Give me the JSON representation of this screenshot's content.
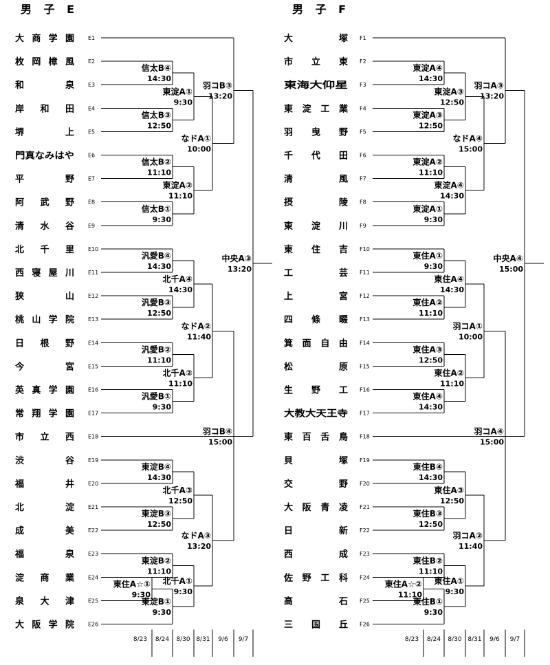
{
  "sections": [
    {
      "title": "男 子 E",
      "teams": [
        {
          "code": "E1",
          "name": "大商学園"
        },
        {
          "code": "E2",
          "name": "枚岡樟風"
        },
        {
          "code": "E3",
          "name": "和泉"
        },
        {
          "code": "E4",
          "name": "岸和田"
        },
        {
          "code": "E5",
          "name": "堺上"
        },
        {
          "code": "E6",
          "name": "門真なみはや"
        },
        {
          "code": "E7",
          "name": "平野"
        },
        {
          "code": "E8",
          "name": "阿武野"
        },
        {
          "code": "E9",
          "name": "清水谷"
        },
        {
          "code": "E10",
          "name": "北千里"
        },
        {
          "code": "E11",
          "name": "西寝屋川"
        },
        {
          "code": "E12",
          "name": "狭山"
        },
        {
          "code": "E13",
          "name": "桃山学院"
        },
        {
          "code": "E14",
          "name": "日根野"
        },
        {
          "code": "E15",
          "name": "今宮"
        },
        {
          "code": "E16",
          "name": "英真学園"
        },
        {
          "code": "E17",
          "name": "常翔学園"
        },
        {
          "code": "E18",
          "name": "市立西"
        },
        {
          "code": "E19",
          "name": "渋谷"
        },
        {
          "code": "E20",
          "name": "福井"
        },
        {
          "code": "E21",
          "name": "北淀"
        },
        {
          "code": "E22",
          "name": "成美"
        },
        {
          "code": "E23",
          "name": "福泉"
        },
        {
          "code": "E24",
          "name": "淀商業"
        },
        {
          "code": "E25",
          "name": "泉大津"
        },
        {
          "code": "E26",
          "name": "大阪学院"
        }
      ],
      "matches": {
        "m24_25": {
          "venue": "東住A☆①",
          "time": "9:30"
        },
        "r1_2_3": {
          "venue": "信太B④",
          "time": "14:30"
        },
        "r1_4_5": {
          "venue": "信太B③",
          "time": "12:50"
        },
        "r1_6_7": {
          "venue": "信太B②",
          "time": "11:10"
        },
        "r1_8_9": {
          "venue": "信太B①",
          "time": "9:30"
        },
        "r1_10_11": {
          "venue": "汎愛B④",
          "time": "14:30"
        },
        "r1_12_13": {
          "venue": "汎愛B③",
          "time": "12:50"
        },
        "r1_14_15": {
          "venue": "汎愛B②",
          "time": "11:10"
        },
        "r1_16_17": {
          "venue": "汎愛B①",
          "time": "9:30"
        },
        "r1_19_20": {
          "venue": "東淀B④",
          "time": "14:30"
        },
        "r1_21_22": {
          "venue": "東淀B③",
          "time": "12:50"
        },
        "r1_23_24": {
          "venue": "東淀B②",
          "time": "11:10"
        },
        "r1_25_26": {
          "venue": "東淀B①",
          "time": "9:30"
        },
        "r2_a": {
          "venue": "東淀A①",
          "time": "9:30"
        },
        "r2_b": {
          "venue": "東淀A②",
          "time": "11:10"
        },
        "r2_c": {
          "venue": "北千A④",
          "time": "14:30"
        },
        "r2_d": {
          "venue": "北千A②",
          "time": "11:10"
        },
        "r2_e": {
          "venue": "北千A③",
          "time": "12:50"
        },
        "r2_f": {
          "venue": "北千A①",
          "time": "9:30"
        },
        "r3_a": {
          "venue": "なドA①",
          "time": "10:00"
        },
        "r3_b": {
          "venue": "なドA②",
          "time": "11:40"
        },
        "r3_c": {
          "venue": "なドA③",
          "time": "13:20"
        },
        "r4_a": {
          "venue": "羽コB③",
          "time": "13:20"
        },
        "r4_b": {
          "venue": "羽コB④",
          "time": "15:00"
        },
        "final": {
          "venue": "中央A③",
          "time": "13:20"
        }
      }
    },
    {
      "title": "男 子 F",
      "teams": [
        {
          "code": "F1",
          "name": "大塚"
        },
        {
          "code": "F2",
          "name": "市立東"
        },
        {
          "code": "F3",
          "name": "東海大仰星"
        },
        {
          "code": "F4",
          "name": "東淀工業"
        },
        {
          "code": "F5",
          "name": "羽曳野"
        },
        {
          "code": "F6",
          "name": "千代田"
        },
        {
          "code": "F7",
          "name": "清風"
        },
        {
          "code": "F8",
          "name": "摂陵"
        },
        {
          "code": "F9",
          "name": "東淀川"
        },
        {
          "code": "F10",
          "name": "東住吉"
        },
        {
          "code": "F11",
          "name": "工芸"
        },
        {
          "code": "F12",
          "name": "上宮"
        },
        {
          "code": "F13",
          "name": "四條畷"
        },
        {
          "code": "F14",
          "name": "箕面自由"
        },
        {
          "code": "F15",
          "name": "松原"
        },
        {
          "code": "F16",
          "name": "生野工"
        },
        {
          "code": "F17",
          "name": "大教大天王寺"
        },
        {
          "code": "F18",
          "name": "東百舌鳥"
        },
        {
          "code": "F19",
          "name": "貝塚"
        },
        {
          "code": "F20",
          "name": "交野"
        },
        {
          "code": "F21",
          "name": "大阪青凌"
        },
        {
          "code": "F22",
          "name": "日新"
        },
        {
          "code": "F23",
          "name": "西成"
        },
        {
          "code": "F24",
          "name": "佐野工科"
        },
        {
          "code": "F25",
          "name": "高石"
        },
        {
          "code": "F26",
          "name": "三国丘"
        }
      ],
      "matches": {
        "m24_25": {
          "venue": "東住A☆②",
          "time": "11:10"
        },
        "r1_2_3": {
          "venue": "東淀A④",
          "time": "14:30"
        },
        "r1_4_5": {
          "venue": "東淀A③",
          "time": "12:50"
        },
        "r1_6_7": {
          "venue": "東淀A②",
          "time": "11:10"
        },
        "r1_8_9": {
          "venue": "東淀A①",
          "time": "9:30"
        },
        "r1_10_11": {
          "venue": "東住A①",
          "time": "9:30"
        },
        "r1_12_13": {
          "venue": "東住A②",
          "time": "11:10"
        },
        "r1_14_15": {
          "venue": "東住A③",
          "time": "12:50"
        },
        "r1_16_17": {
          "venue": "東住A④",
          "time": "14:30"
        },
        "r1_19_20": {
          "venue": "東住B④",
          "time": "14:30"
        },
        "r1_21_22": {
          "venue": "東住B③",
          "time": "12:50"
        },
        "r1_23_24": {
          "venue": "東住B②",
          "time": "11:10"
        },
        "r1_25_26": {
          "venue": "東住B①",
          "time": "9:30"
        },
        "r2_a": {
          "venue": "東淀A③",
          "time": "12:50"
        },
        "r2_b": {
          "venue": "東淀A④",
          "time": "14:30"
        },
        "r2_c": {
          "venue": "東住A④",
          "time": "14:30"
        },
        "r2_d": {
          "venue": "東住A②",
          "time": "11:10"
        },
        "r2_e": {
          "venue": "東住A③",
          "time": "12:50"
        },
        "r2_f": {
          "venue": "東住A①",
          "time": "9:30"
        },
        "r3_a": {
          "venue": "なドA④",
          "time": "15:00"
        },
        "r3_b": {
          "venue": "羽コA①",
          "time": "10:00"
        },
        "r3_c": {
          "venue": "羽コA②",
          "time": "11:40"
        },
        "r4_a": {
          "venue": "羽コA③",
          "time": "13:20"
        },
        "r4_b": {
          "venue": "羽コA④",
          "time": "15:00"
        },
        "final": {
          "venue": "中央A④",
          "time": "15:00"
        }
      }
    }
  ],
  "dates": [
    "8/23",
    "8/24",
    "8/30",
    "8/31",
    "9/6",
    "9/7"
  ]
}
